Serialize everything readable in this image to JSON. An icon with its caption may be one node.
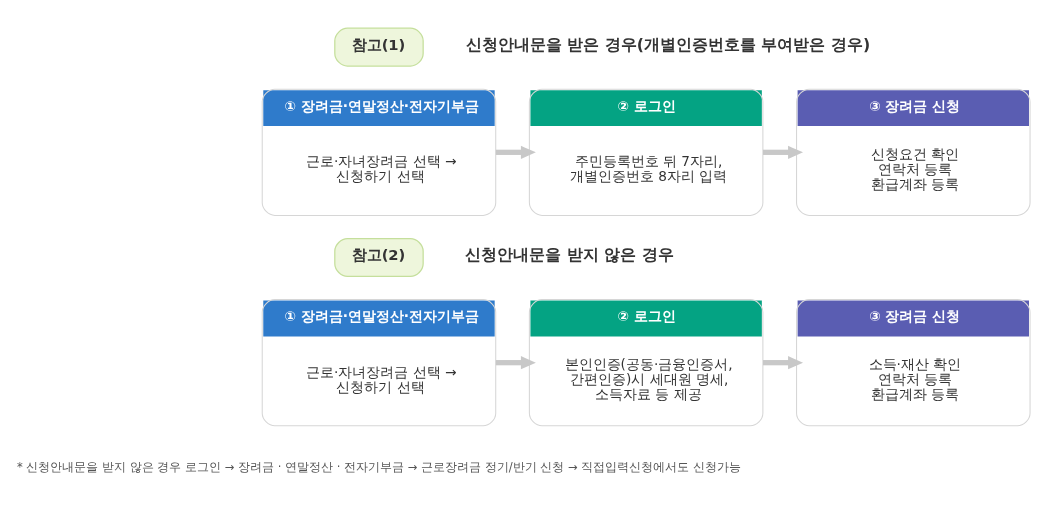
{
  "diagram": {
    "nodes": [
      {
        "text": [
          "참고(1)"
        ],
        "beside": [
          "신청안내문을 받은 경우(개별인증번호를 부여받은 경우)"
        ]
      },
      {
        "text": [
          "① 장려금·연말정산·전자기부금",
          "근로·자녀장려금 선택 → 신청하기 선택"
        ]
      },
      {
        "text": [
          "② 로그인",
          "주민등록번호 뒤 7자리, 개별인증번호 8자리 입력"
        ]
      },
      {
        "text": [
          "③ 장려금 신청",
          "신청요건 확인",
          "연락처 등록",
          "환급계좌 등록"
        ]
      },
      {
        "text": [
          "참고(2)"
        ],
        "beside": [
          "신청안내문을 받지 않은 경우"
        ]
      },
      {
        "text": [
          "① 장려금·연말정산·전자기부금",
          "근로·자녀장려금 선택 → 신청하기 선택"
        ]
      },
      {
        "text": [
          "② 로그인",
          "본인인증(공동·금융인증서, 간편인증)시 세대원 명세, 소득자료 등 제공"
        ]
      },
      {
        "text": [
          "③ 장려금 신청",
          "소득·재산 확인",
          "연락처 등록",
          "환급계좌 등록"
        ]
      }
    ],
    "edges": [
      {
        "from": 1,
        "to": 2,
        "arrow": "to"
      },
      {
        "from": 2,
        "to": 3,
        "arrow": "to"
      },
      {
        "from": 5,
        "to": 6,
        "arrow": "to"
      },
      {
        "from": 6,
        "to": 7,
        "arrow": "to"
      }
    ],
    "labels": [
      "* 신청안내문을 받지 않은 경우 로그인 → 장려금 · 연말정산 · 전자기부금 → 근로장려금 정기/반기 신청 → 직접입력신청에서도 신청가능"
    ]
  }
}
